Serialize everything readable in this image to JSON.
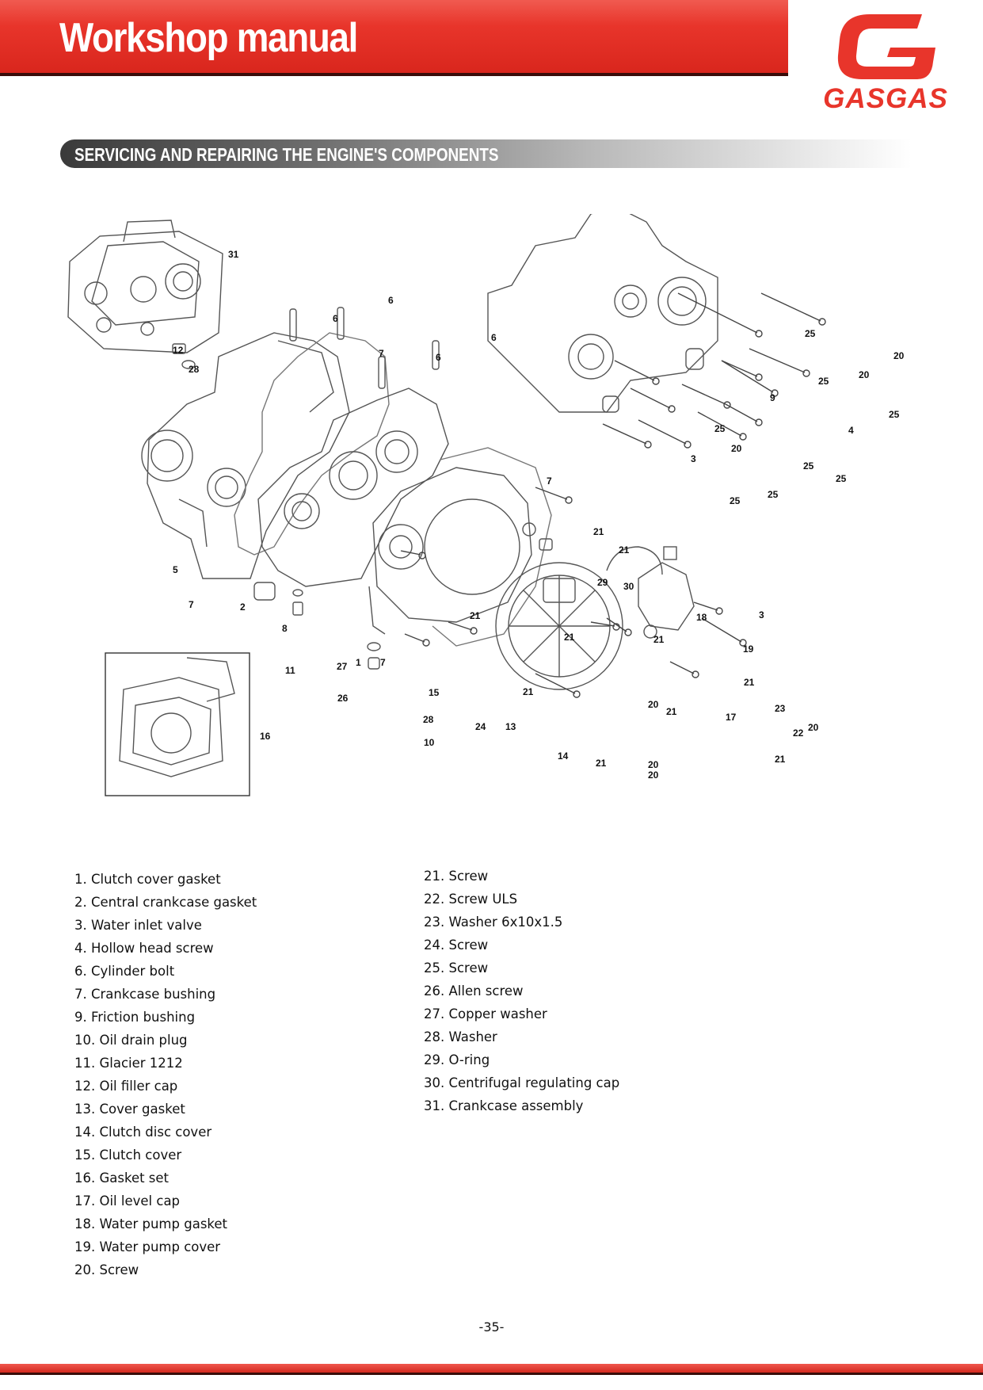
{
  "header": {
    "title": "Workshop manual",
    "brand": "GASGAS",
    "accent_color": "#e8352b"
  },
  "section": {
    "title": "SERVICING AND REPAIRING THE ENGINE'S COMPONENTS"
  },
  "diagram": {
    "callouts": [
      "31",
      "12",
      "28",
      "6",
      "6",
      "7",
      "6",
      "6",
      "5",
      "7",
      "2",
      "8",
      "11",
      "27",
      "26",
      "1",
      "7",
      "21",
      "15",
      "28",
      "10",
      "24",
      "13",
      "21",
      "7",
      "21",
      "21",
      "29",
      "30",
      "21",
      "18",
      "3",
      "19",
      "21",
      "20",
      "21",
      "21",
      "20",
      "17",
      "23",
      "22",
      "21",
      "20",
      "14",
      "21",
      "20",
      "25",
      "20",
      "20",
      "25",
      "25",
      "9",
      "4",
      "25",
      "20",
      "3",
      "25",
      "25",
      "25",
      "25",
      "16"
    ]
  },
  "parts": {
    "left": [
      "1. Clutch cover gasket",
      "2. Central crankcase gasket",
      "3. Water inlet valve",
      "4. Hollow head screw",
      "6. Cylinder bolt",
      "7. Crankcase bushing",
      "9. Friction bushing",
      "10. Oil drain plug",
      "11. Glacier 1212",
      "12. Oil filler cap",
      "13. Cover gasket",
      "14. Clutch disc cover",
      "15. Clutch cover",
      "16. Gasket set",
      "17. Oil level cap",
      "18. Water pump gasket",
      "19. Water pump cover",
      "20. Screw"
    ],
    "right": [
      "21. Screw",
      "22. Screw ULS",
      "23. Washer 6x10x1.5",
      "24. Screw",
      "25. Screw",
      "26. Allen screw",
      "27. Copper washer",
      "28. Washer",
      "29. O-ring",
      "30. Centrifugal regulating cap",
      "31. Crankcase assembly"
    ]
  },
  "footer": {
    "page_number": "-35-"
  }
}
